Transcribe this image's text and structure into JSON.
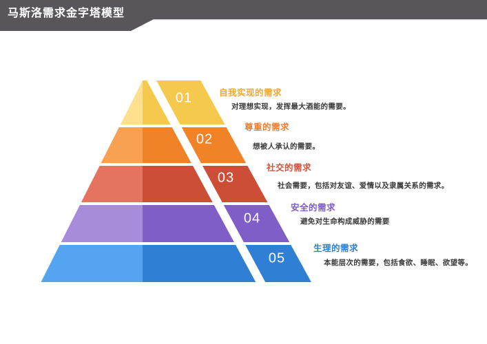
{
  "header": {
    "title": "马斯洛需求金字塔模型",
    "bar_color": "#58565A"
  },
  "pyramid": {
    "levels": [
      {
        "number": "01",
        "title": "自我实现的需求",
        "description": "对理想实现，发挥最大酒能的需要。",
        "title_color": "#F0A63C",
        "light_color": "#FFE08E",
        "dark_color": "#F5C94E"
      },
      {
        "number": "02",
        "title": "尊重的需求",
        "description": "想被人承认的需要。",
        "title_color": "#ED7D2E",
        "light_color": "#F9A152",
        "dark_color": "#F08327"
      },
      {
        "number": "03",
        "title": "社交的需求",
        "description": "社会需要，包括对友谊、爱情以及隶属关系的需求。",
        "title_color": "#D5513A",
        "light_color": "#E4745F",
        "dark_color": "#CD4E36"
      },
      {
        "number": "04",
        "title": "安全的需求",
        "description": "避免对生命构成威胁的需要",
        "title_color": "#7D5BC3",
        "light_color": "#A78CDB",
        "dark_color": "#7F5EC7"
      },
      {
        "number": "05",
        "title": "生理的需求",
        "description": "本能层次的需要，包括食欲、睡眠、欲望等。",
        "title_color": "#2E7FD1",
        "light_color": "#54A4F2",
        "dark_color": "#2F80D4"
      }
    ]
  }
}
